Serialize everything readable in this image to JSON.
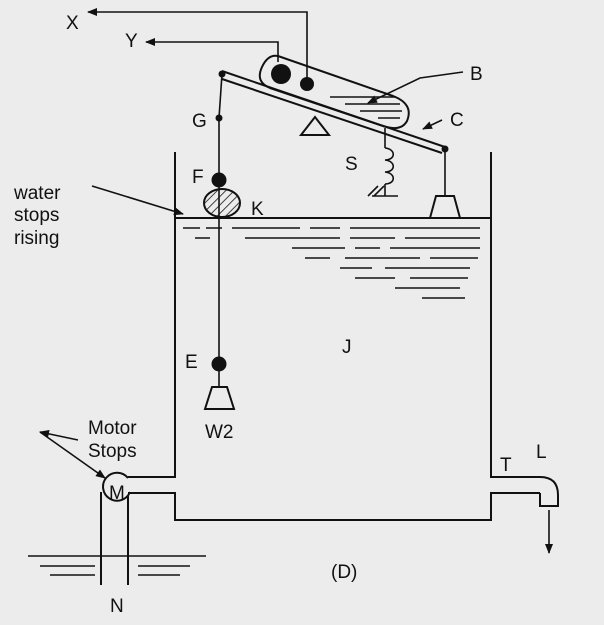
{
  "labels": {
    "x": "X",
    "y": "Y",
    "b": "B",
    "c": "C",
    "g": "G",
    "s": "S",
    "f": "F",
    "k": "K",
    "e": "E",
    "j": "J",
    "w2": "W2",
    "t": "T",
    "l": "L",
    "m": "M",
    "n": "N",
    "d": "(D)",
    "water_line1": "water",
    "water_line2": "stops",
    "water_line3": "rising",
    "motor_line1": "Motor",
    "motor_line2": "Stops"
  },
  "colors": {
    "background": "#ececec",
    "ink": "#111111"
  }
}
